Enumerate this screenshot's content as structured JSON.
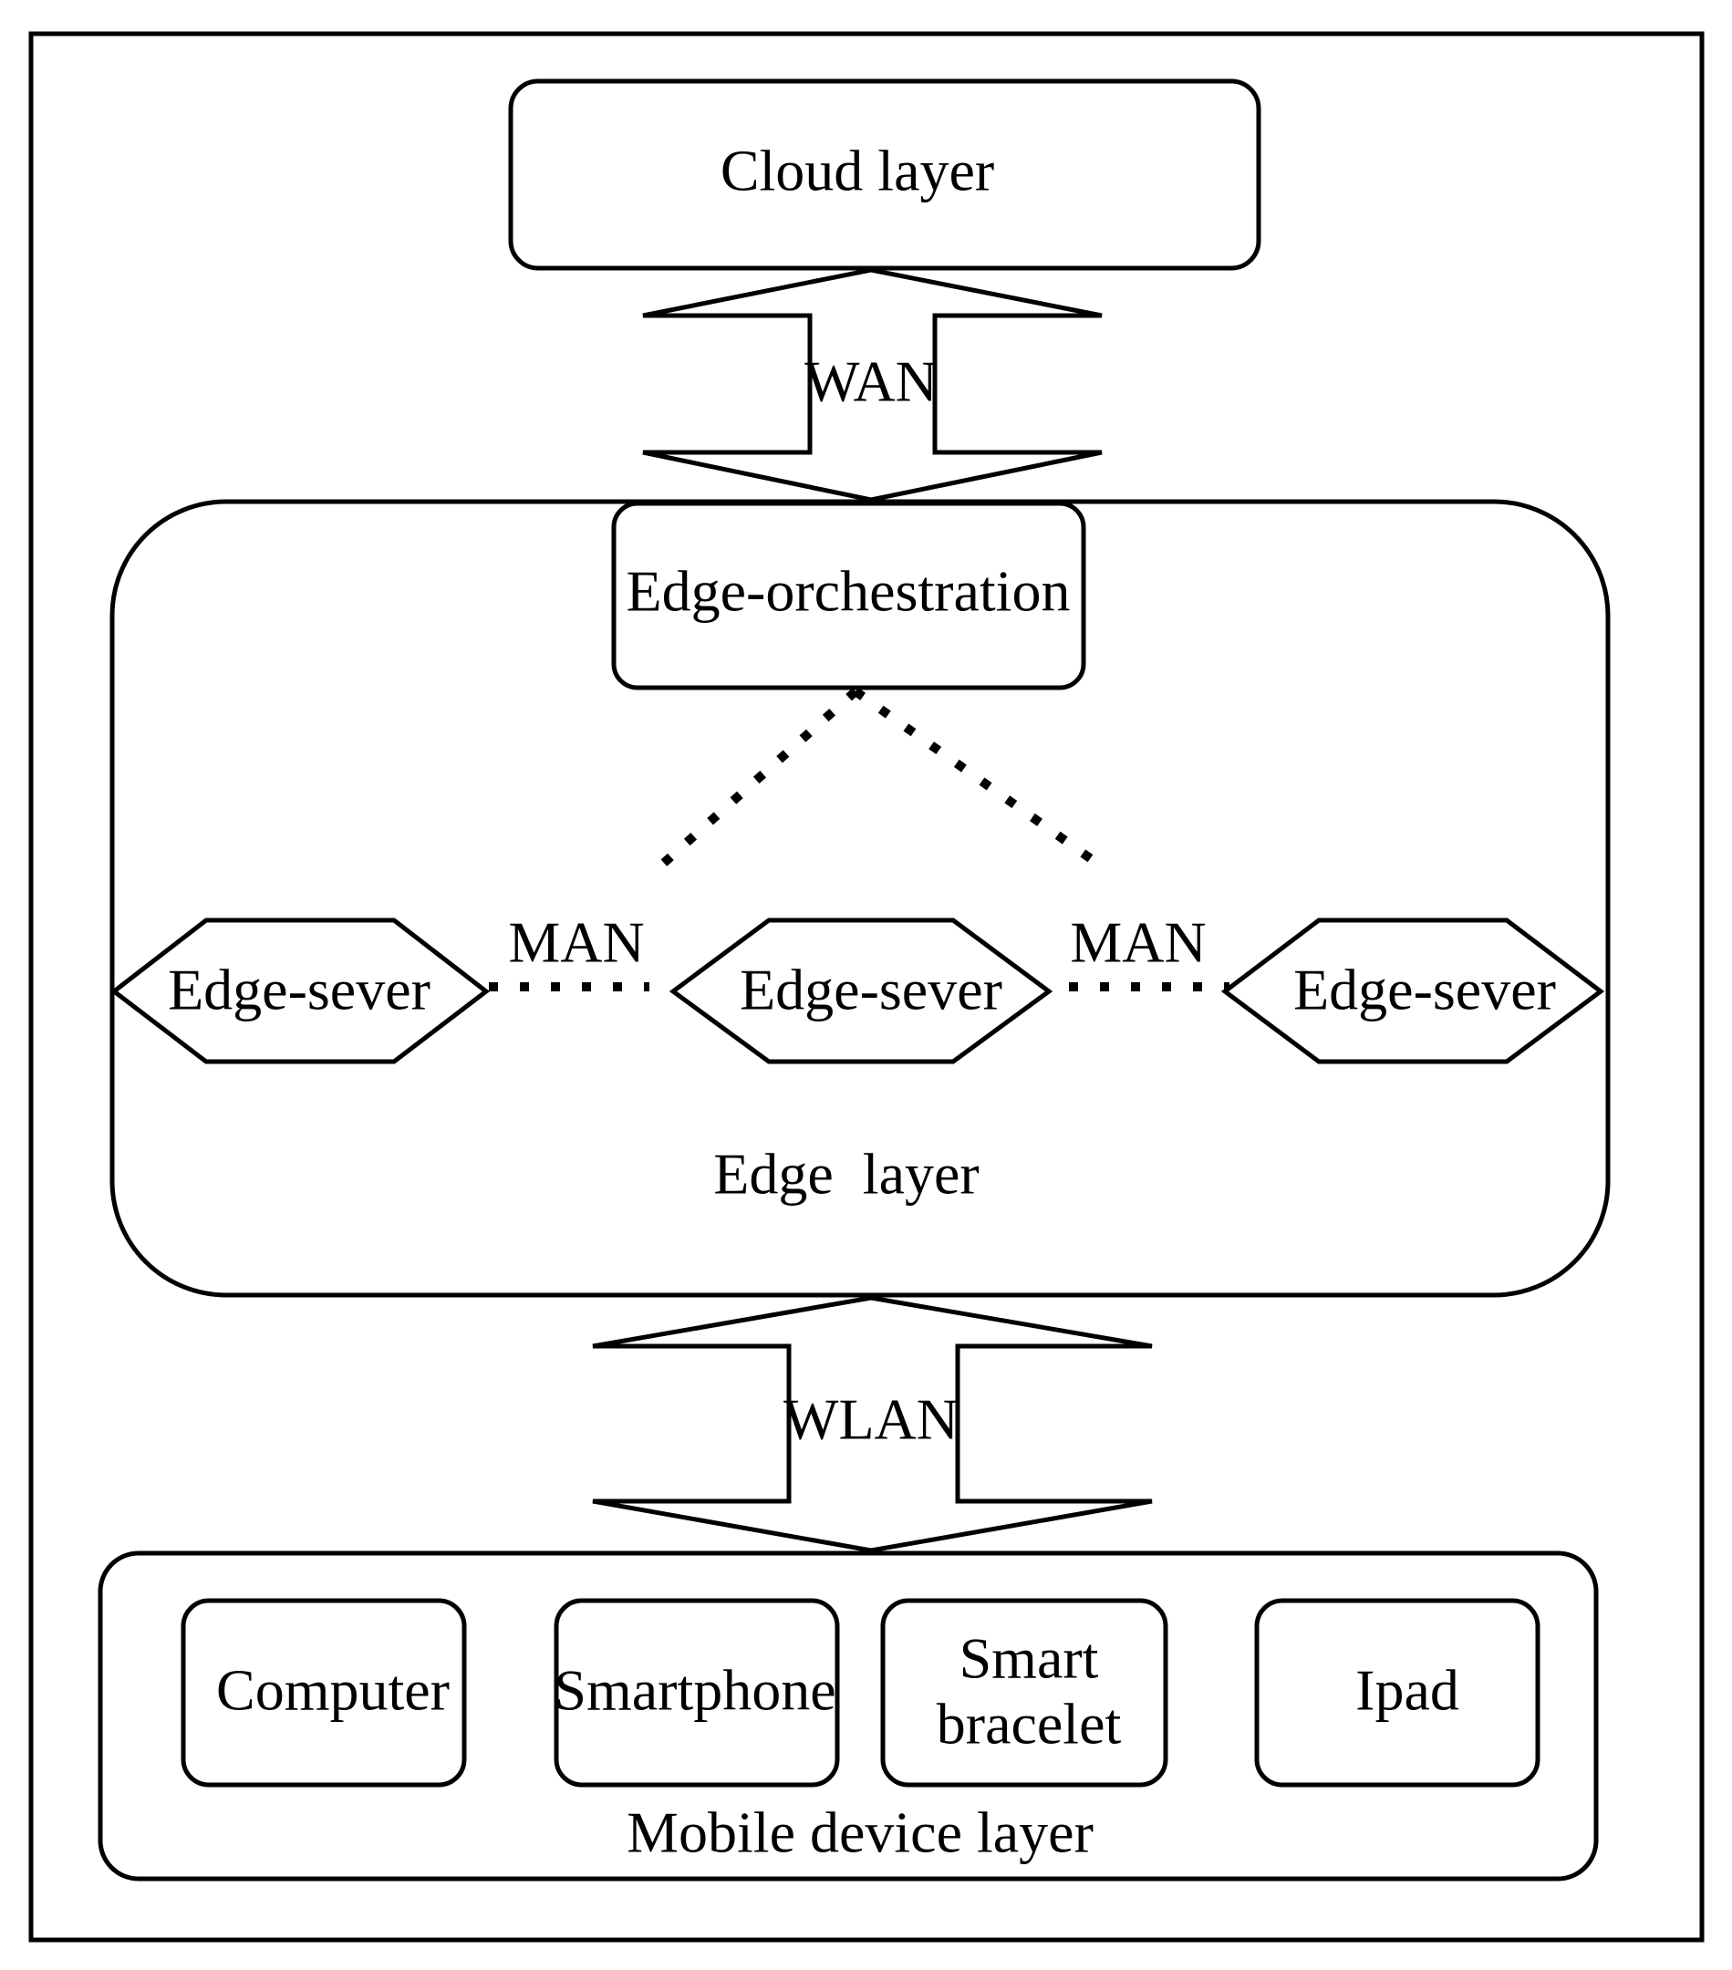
{
  "diagram": {
    "cloud_layer": "Cloud layer",
    "wan_link": "WAN",
    "edge_orchestration": "Edge-orchestration",
    "edge_servers": [
      "Edge-sever",
      "Edge-sever",
      "Edge-sever"
    ],
    "man_links": [
      "MAN",
      "MAN"
    ],
    "edge_layer": "Edge  layer",
    "wlan_link": "WLAN",
    "devices": {
      "computer": "Computer",
      "smartphone": "Smartphone",
      "smart_bracelet_line1": "Smart",
      "smart_bracelet_line2": "bracelet",
      "ipad": "Ipad"
    },
    "mobile_device_layer": "Mobile device layer"
  }
}
